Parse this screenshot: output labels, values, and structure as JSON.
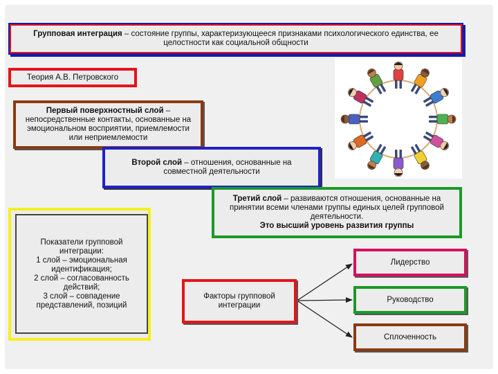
{
  "title": {
    "term": "Групповая интеграция",
    "line1_rest": " – состояние группы, характеризующееся признаками психологического единства, ее",
    "line2": "целостности как социальной общности"
  },
  "theory": {
    "label": "Теория А.В. Петровского"
  },
  "layer1": {
    "term": "Первый поверхностный слой",
    "line1_rest": " –",
    "line2": "непосредственные контакты, основанные на",
    "line3": "эмоциональном восприятии, приемлемости",
    "line4": "или неприемлемости"
  },
  "layer2": {
    "term": "Второй слой",
    "line1_rest": " – отношения, основанные на",
    "line2": "совместной деятельности"
  },
  "layer3": {
    "term": "Третий слой",
    "line1_rest": " – развиваются отношения, основанные на",
    "line2": "принятии всеми членами группы единых целей групповой",
    "line3": "деятельности.",
    "line4": "Это высший уровень развития группы"
  },
  "indicators": {
    "lines": [
      "Показатели групповой",
      "интеграции:",
      "1 слой – эмоциональная",
      "идентификация;",
      "2 слой – согласованность",
      "действий;",
      "3 слой – совпадение",
      "представлений, позиций"
    ]
  },
  "factors": {
    "line1": "Факторы групповой",
    "line2": "интеграции"
  },
  "outcomes": {
    "leadership": "Лидерство",
    "management": "Руководство",
    "cohesion": "Сплоченность"
  },
  "colors": {
    "red": "#e3141b",
    "blue": "#1f22c8",
    "green": "#1b9a2a",
    "brown": "#8a3a10",
    "yellow": "#f6ef20",
    "magenta": "#d4105e"
  }
}
